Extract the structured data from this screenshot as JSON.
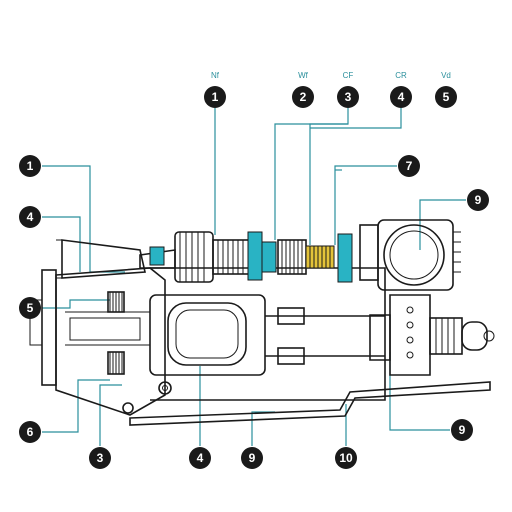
{
  "top_labels": [
    "Nf",
    "Wf",
    "CF",
    "CR",
    "Vd"
  ],
  "callouts": [
    "1",
    "2",
    "3",
    "4",
    "5",
    "1",
    "7",
    "4",
    "9",
    "5",
    "9",
    "6",
    "3",
    "4",
    "9",
    "10"
  ],
  "colors": {
    "ink": "#1a1a1a",
    "leader": "#2a8f9c",
    "cyan_part": "#29b3c4",
    "spring_gold": "#e3c33a",
    "label": "#2a8f9c"
  }
}
